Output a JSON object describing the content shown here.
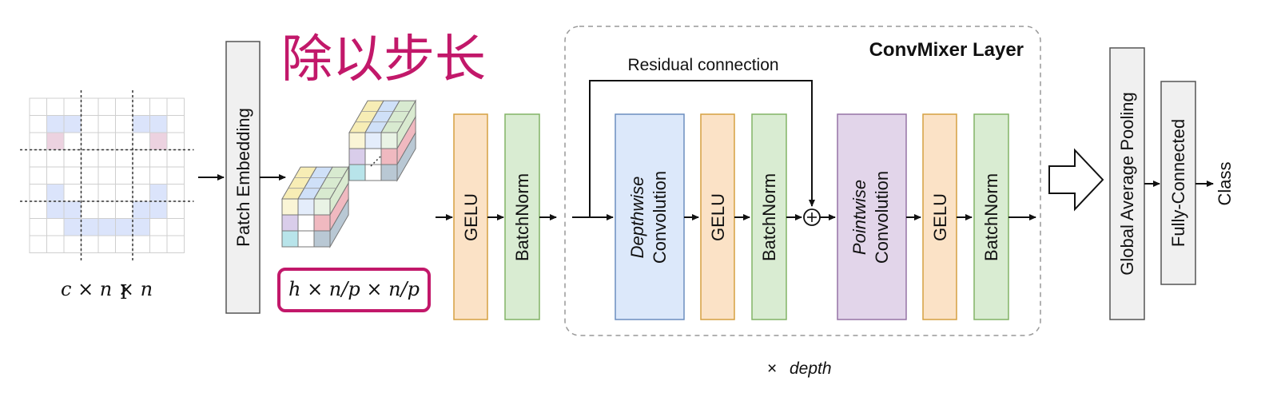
{
  "annotation": {
    "text": "除以步长",
    "color": "#c2186a"
  },
  "input": {
    "shape_label": "c × n × n"
  },
  "patch_embedding": {
    "label": "Patch Embedding"
  },
  "embedded": {
    "shape_label": "h × n/p × n/p",
    "highlight_color": "#c2186a"
  },
  "stem": {
    "gelu": "GELU",
    "batchnorm": "BatchNorm"
  },
  "layer": {
    "title": "ConvMixer Layer",
    "residual_label": "Residual connection",
    "depthwise_italic": "Depthwise",
    "depthwise_rest": "Convolution",
    "gelu_1": "GELU",
    "batchnorm_1": "BatchNorm",
    "pointwise_italic": "Pointwise",
    "pointwise_rest": "Convolution",
    "gelu_2": "GELU",
    "batchnorm_2": "BatchNorm",
    "repeat_times": "×",
    "repeat_word": "depth"
  },
  "head": {
    "pooling": "Global Average Pooling",
    "fc": "Fully-Connected",
    "output": "Class"
  },
  "colors": {
    "gelu_fill": "#fbe2c6",
    "gelu_stroke": "#d5a041",
    "bn_fill": "#d9ecd2",
    "bn_stroke": "#82b366",
    "dw_fill": "#dce8fa",
    "dw_stroke": "#6c8ebf",
    "pw_fill": "#e2d5ea",
    "pw_stroke": "#9673a6",
    "gray_fill": "#f0f0f0",
    "gray_stroke": "#666666"
  }
}
